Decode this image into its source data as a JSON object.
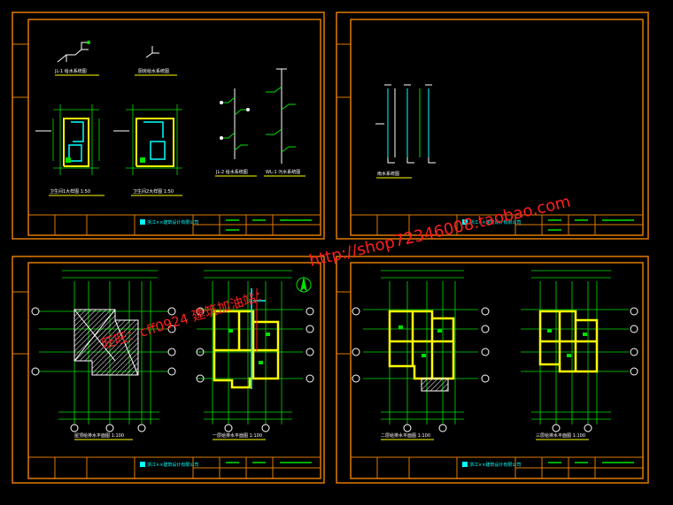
{
  "sheets": [
    {
      "id": "top-left",
      "labels": {
        "jl_system": "JL-1 给水系统图",
        "kitchen_system": "厨房给水系统图",
        "bath1_plan": "卫生间1大样图 1:50",
        "bath2_plan": "卫生间2大样图 1:50",
        "jl2_system": "JL-2 给水系统图",
        "wl1_system": "WL-1 污水系统图",
        "company": "浙江××建筑设计有限公司"
      }
    },
    {
      "id": "top-right",
      "labels": {
        "drain_system": "雨水系统图",
        "company": "浙江××建筑设计有限公司"
      }
    },
    {
      "id": "bottom-left",
      "labels": {
        "roof_plan": "屋顶给排水平面图 1:100",
        "floor1_plan": "一层给排水平面图 1:100",
        "company": "浙江××建筑设计有限公司"
      }
    },
    {
      "id": "bottom-right",
      "labels": {
        "floor2_plan": "二层给排水平面图 1:100",
        "floor3_plan": "三层给排水平面图 1:100",
        "company": "浙江××建筑设计有限公司"
      }
    }
  ],
  "watermarks": {
    "shop_url": "http://shop72346008.taobao.com",
    "qq_label": "旺旺：cff0924  建筑加油站："
  },
  "colors": {
    "frame": "#e07a00",
    "axis": "#00e000",
    "wall": "#ffff00",
    "pipe": "#00ffff",
    "text": "#ffffff",
    "watermark": "#ff2020"
  }
}
